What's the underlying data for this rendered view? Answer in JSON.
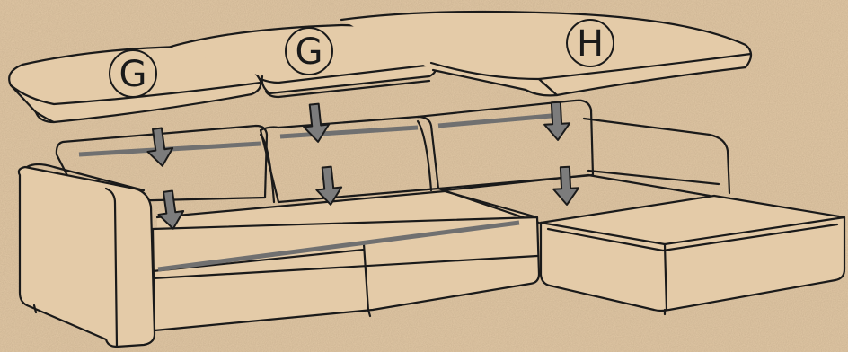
{
  "cushion_labels": [
    {
      "id": "g1",
      "text": "G"
    },
    {
      "id": "g2",
      "text": "G"
    },
    {
      "id": "h",
      "text": "H"
    }
  ],
  "colors": {
    "background": "#e2c9a6",
    "line": "#1a1a1a",
    "slot": "#707070",
    "arrow": "#7c7c7c"
  },
  "icons": [
    "down-arrow-icon"
  ]
}
